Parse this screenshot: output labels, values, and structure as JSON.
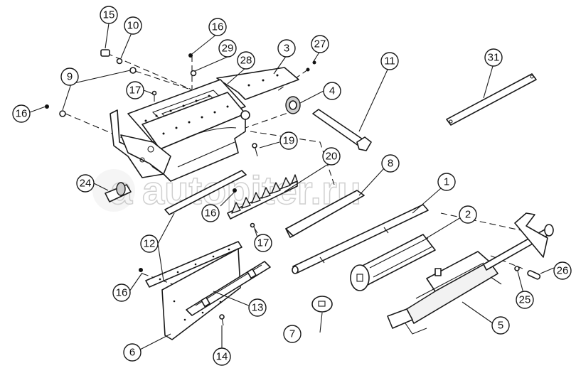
{
  "watermark": "autopiter.ru",
  "callouts": [
    {
      "id": "c15",
      "label": "15"
    },
    {
      "id": "c10",
      "label": "10"
    },
    {
      "id": "c16a",
      "label": "16"
    },
    {
      "id": "c29",
      "label": "29"
    },
    {
      "id": "c3",
      "label": "3"
    },
    {
      "id": "c27",
      "label": "27"
    },
    {
      "id": "c28",
      "label": "28"
    },
    {
      "id": "c9",
      "label": "9"
    },
    {
      "id": "c16b",
      "label": "16"
    },
    {
      "id": "c17a",
      "label": "17"
    },
    {
      "id": "c4",
      "label": "4"
    },
    {
      "id": "c11",
      "label": "11"
    },
    {
      "id": "c31",
      "label": "31"
    },
    {
      "id": "c19",
      "label": "19"
    },
    {
      "id": "c20",
      "label": "20"
    },
    {
      "id": "c8",
      "label": "8"
    },
    {
      "id": "c1",
      "label": "1"
    },
    {
      "id": "c24",
      "label": "24"
    },
    {
      "id": "c16c",
      "label": "16"
    },
    {
      "id": "c17b",
      "label": "17"
    },
    {
      "id": "c2",
      "label": "2"
    },
    {
      "id": "c12",
      "label": "12"
    },
    {
      "id": "c16d",
      "label": "16"
    },
    {
      "id": "c13",
      "label": "13"
    },
    {
      "id": "c26",
      "label": "26"
    },
    {
      "id": "c25",
      "label": "25"
    },
    {
      "id": "c7",
      "label": "7"
    },
    {
      "id": "c5",
      "label": "5"
    },
    {
      "id": "c6",
      "label": "6"
    },
    {
      "id": "c14",
      "label": "14"
    }
  ]
}
